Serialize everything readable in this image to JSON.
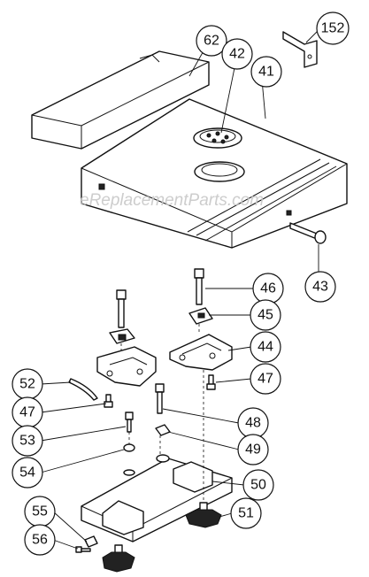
{
  "watermark": "eReplacementParts.com",
  "callouts": [
    {
      "id": "c152",
      "label": "152"
    },
    {
      "id": "c62",
      "label": "62"
    },
    {
      "id": "c42",
      "label": "42"
    },
    {
      "id": "c41",
      "label": "41"
    },
    {
      "id": "c43",
      "label": "43"
    },
    {
      "id": "c46",
      "label": "46"
    },
    {
      "id": "c45",
      "label": "45"
    },
    {
      "id": "c44",
      "label": "44"
    },
    {
      "id": "c52",
      "label": "52"
    },
    {
      "id": "c47a",
      "label": "47"
    },
    {
      "id": "c47b",
      "label": "47"
    },
    {
      "id": "c48",
      "label": "48"
    },
    {
      "id": "c53",
      "label": "53"
    },
    {
      "id": "c49",
      "label": "49"
    },
    {
      "id": "c54",
      "label": "54"
    },
    {
      "id": "c50",
      "label": "50"
    },
    {
      "id": "c51",
      "label": "51"
    },
    {
      "id": "c55",
      "label": "55"
    },
    {
      "id": "c56",
      "label": "56"
    }
  ]
}
